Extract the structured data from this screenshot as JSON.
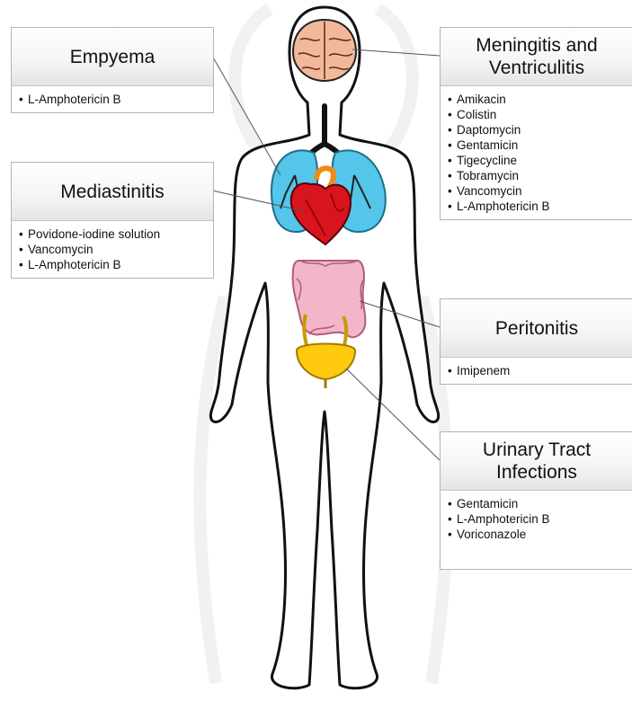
{
  "boxes": [
    {
      "id": "empyema",
      "title": [
        "Empyema"
      ],
      "items": [
        "L-Amphotericin  B"
      ]
    },
    {
      "id": "mediastinitis",
      "title": [
        "Mediastinitis"
      ],
      "items": [
        "Povidone-iodine solution",
        "Vancomycin",
        "L-Amphotericin  B"
      ]
    },
    {
      "id": "meningitis",
      "title": [
        "Meningitis and",
        "Ventriculitis"
      ],
      "items": [
        "Amikacin",
        "Colistin",
        "Daptomycin",
        "Gentamicin",
        "Tigecycline",
        "Tobramycin",
        "Vancomycin",
        "L-Amphotericin  B"
      ]
    },
    {
      "id": "peritonitis",
      "title": [
        "Peritonitis"
      ],
      "items": [
        "Imipenem"
      ]
    },
    {
      "id": "uti",
      "title": [
        "Urinary Tract",
        "Infections"
      ],
      "items": [
        "Gentamicin",
        "L-Amphotericin  B",
        "Voriconazole"
      ]
    }
  ],
  "colors": {
    "outline": "#111111",
    "brain": "#f2b89a",
    "lungs": "#53c6ea",
    "heart": "#d8141e",
    "heart_vessels": "#f08a12",
    "intestine": "#f2b6c8",
    "bladder": "#ffc90e",
    "connector": "#555555",
    "box_border": "#b4b4b4"
  },
  "icons": {
    "brain": "brain-icon",
    "lungs": "lungs-icon",
    "heart": "heart-icon",
    "intestine": "intestine-icon",
    "bladder": "bladder-icon"
  }
}
